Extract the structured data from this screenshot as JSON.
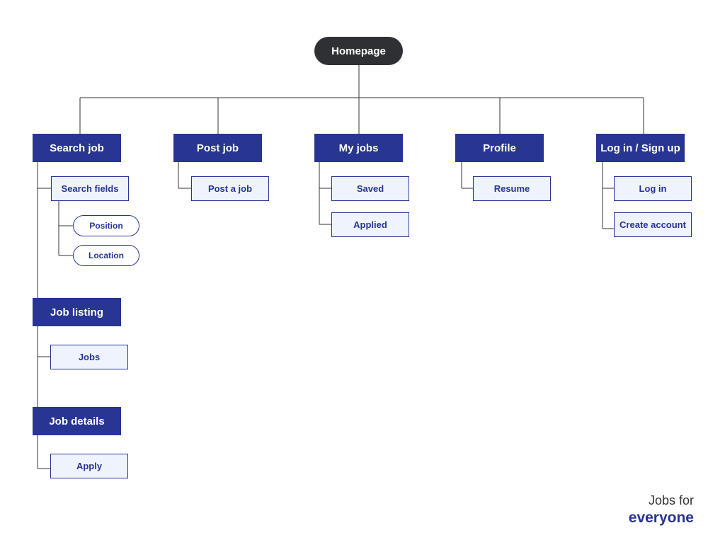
{
  "colors": {
    "root": "#2e3033",
    "primary": "#283593",
    "secondary_fill": "#eef3fd",
    "line": "#333333"
  },
  "sitemap": {
    "root": "Homepage",
    "search_job": {
      "label": "Search job",
      "search_fields": "Search fields",
      "position": "Position",
      "location": "Location",
      "job_listing": "Job listing",
      "jobs": "Jobs",
      "job_details": "Job details",
      "apply": "Apply"
    },
    "post_job": {
      "label": "Post job",
      "post_a_job": "Post a job"
    },
    "my_jobs": {
      "label": "My jobs",
      "saved": "Saved",
      "applied": "Applied"
    },
    "profile": {
      "label": "Profile",
      "resume": "Resume"
    },
    "login_signup": {
      "label": "Log in / Sign up",
      "log_in": "Log in",
      "create_account": "Create account"
    }
  },
  "brand": {
    "line1": "Jobs for",
    "line2": "everyone"
  }
}
